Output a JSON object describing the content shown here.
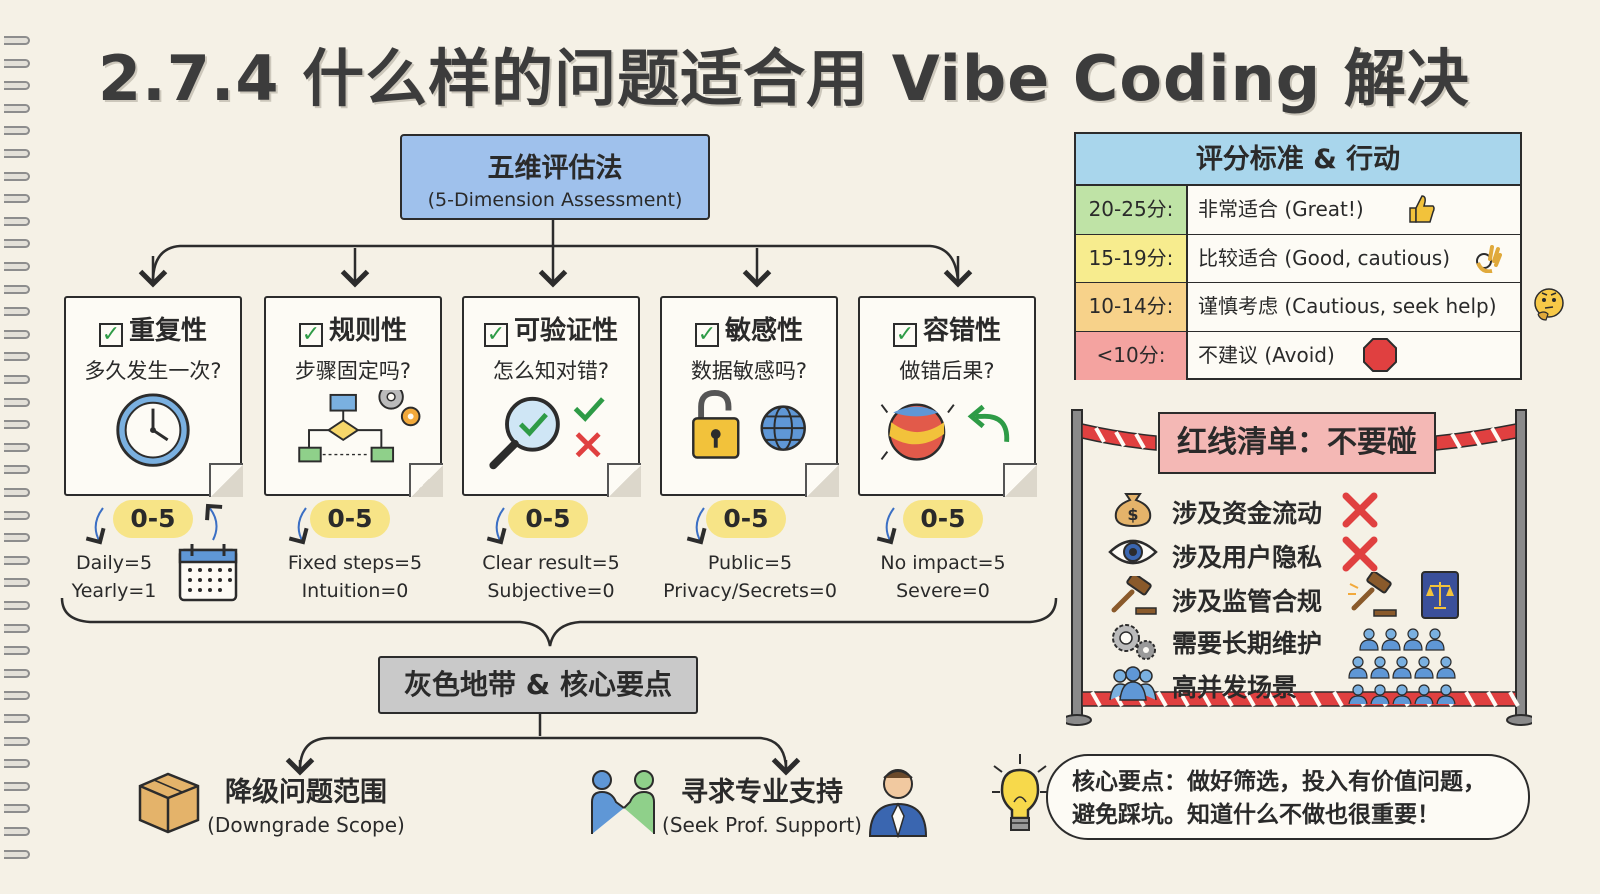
{
  "title": "2.7.4 什么样的问题适合用 Vibe Coding 解决",
  "method": {
    "title_cn": "五维评估法",
    "title_en": "(5-Dimension Assessment)"
  },
  "dimensions": [
    {
      "name": "重复性",
      "question": "多久发生一次?",
      "score": "0-5",
      "scale_high": "Daily=5",
      "scale_low": "Yearly=1",
      "icon": "clock-icon"
    },
    {
      "name": "规则性",
      "question": "步骤固定吗?",
      "score": "0-5",
      "scale_high": "Fixed steps=5",
      "scale_low": "Intuition=0",
      "icon": "flowchart-gears-icon"
    },
    {
      "name": "可验证性",
      "question": "怎么知对错?",
      "score": "0-5",
      "scale_high": "Clear result=5",
      "scale_low": "Subjective=0",
      "icon": "magnifier-check-icon"
    },
    {
      "name": "敏感性",
      "question": "数据敏感吗?",
      "score": "0-5",
      "scale_high": "Public=5",
      "scale_low": "Privacy/Secrets=0",
      "icon": "padlock-globe-icon"
    },
    {
      "name": "容错性",
      "question": "做错后果?",
      "score": "0-5",
      "scale_high": "No impact=5",
      "scale_low": "Severe=0",
      "icon": "ball-undo-icon"
    }
  ],
  "gray_zone": {
    "title": "灰色地带 & 核心要点",
    "options": [
      {
        "cn": "降级问题范围",
        "en": "(Downgrade Scope)",
        "icon": "box-icon"
      },
      {
        "cn": "寻求专业支持",
        "en": "(Seek Prof. Support)",
        "icon": "handshake-icon"
      }
    ]
  },
  "score_table": {
    "title": "评分标准 & 行动",
    "rows": [
      {
        "range": "20-25分:",
        "action": "非常适合 (Great!)",
        "color": "#bfe3a6",
        "icon": "thumbs-up-icon"
      },
      {
        "range": "15-19分:",
        "action": "比较适合 (Good, cautious)",
        "color": "#f7ec8e",
        "icon": "ok-hand-icon"
      },
      {
        "range": "10-14分:",
        "action": "谨慎考虑 (Cautious, seek help)",
        "color": "#f7d28a",
        "icon": "thinking-face-icon"
      },
      {
        "range": "<10分:",
        "action": "不建议 (Avoid)",
        "color": "#f4a3a0",
        "icon": "stop-sign-icon"
      }
    ]
  },
  "red_line": {
    "title": "红线清单：不要碰",
    "items": [
      {
        "label": "涉及资金流动",
        "icon": "money-bag-icon"
      },
      {
        "label": "涉及用户隐私",
        "icon": "eye-icon"
      },
      {
        "label": "涉及监管合规",
        "icon": "gavel-icon"
      },
      {
        "label": "需要长期维护",
        "icon": "gears-clock-icon"
      },
      {
        "label": "高并发场景",
        "icon": "people-icon"
      }
    ]
  },
  "key_point": {
    "line1": "核心要点：做好筛选，投入有价值问题，",
    "line2": "避免踩坑。知道什么不做也很重要！"
  },
  "colors": {
    "paper": "#f5f1e6",
    "method_box": "#9fc1ec",
    "score_pill": "#f7e487",
    "gray_box": "#c9c9c9",
    "table_header": "#a9d6ec",
    "redline_title": "#f4b8b5",
    "check_green": "#2e9b46",
    "cross_red": "#e04040"
  }
}
